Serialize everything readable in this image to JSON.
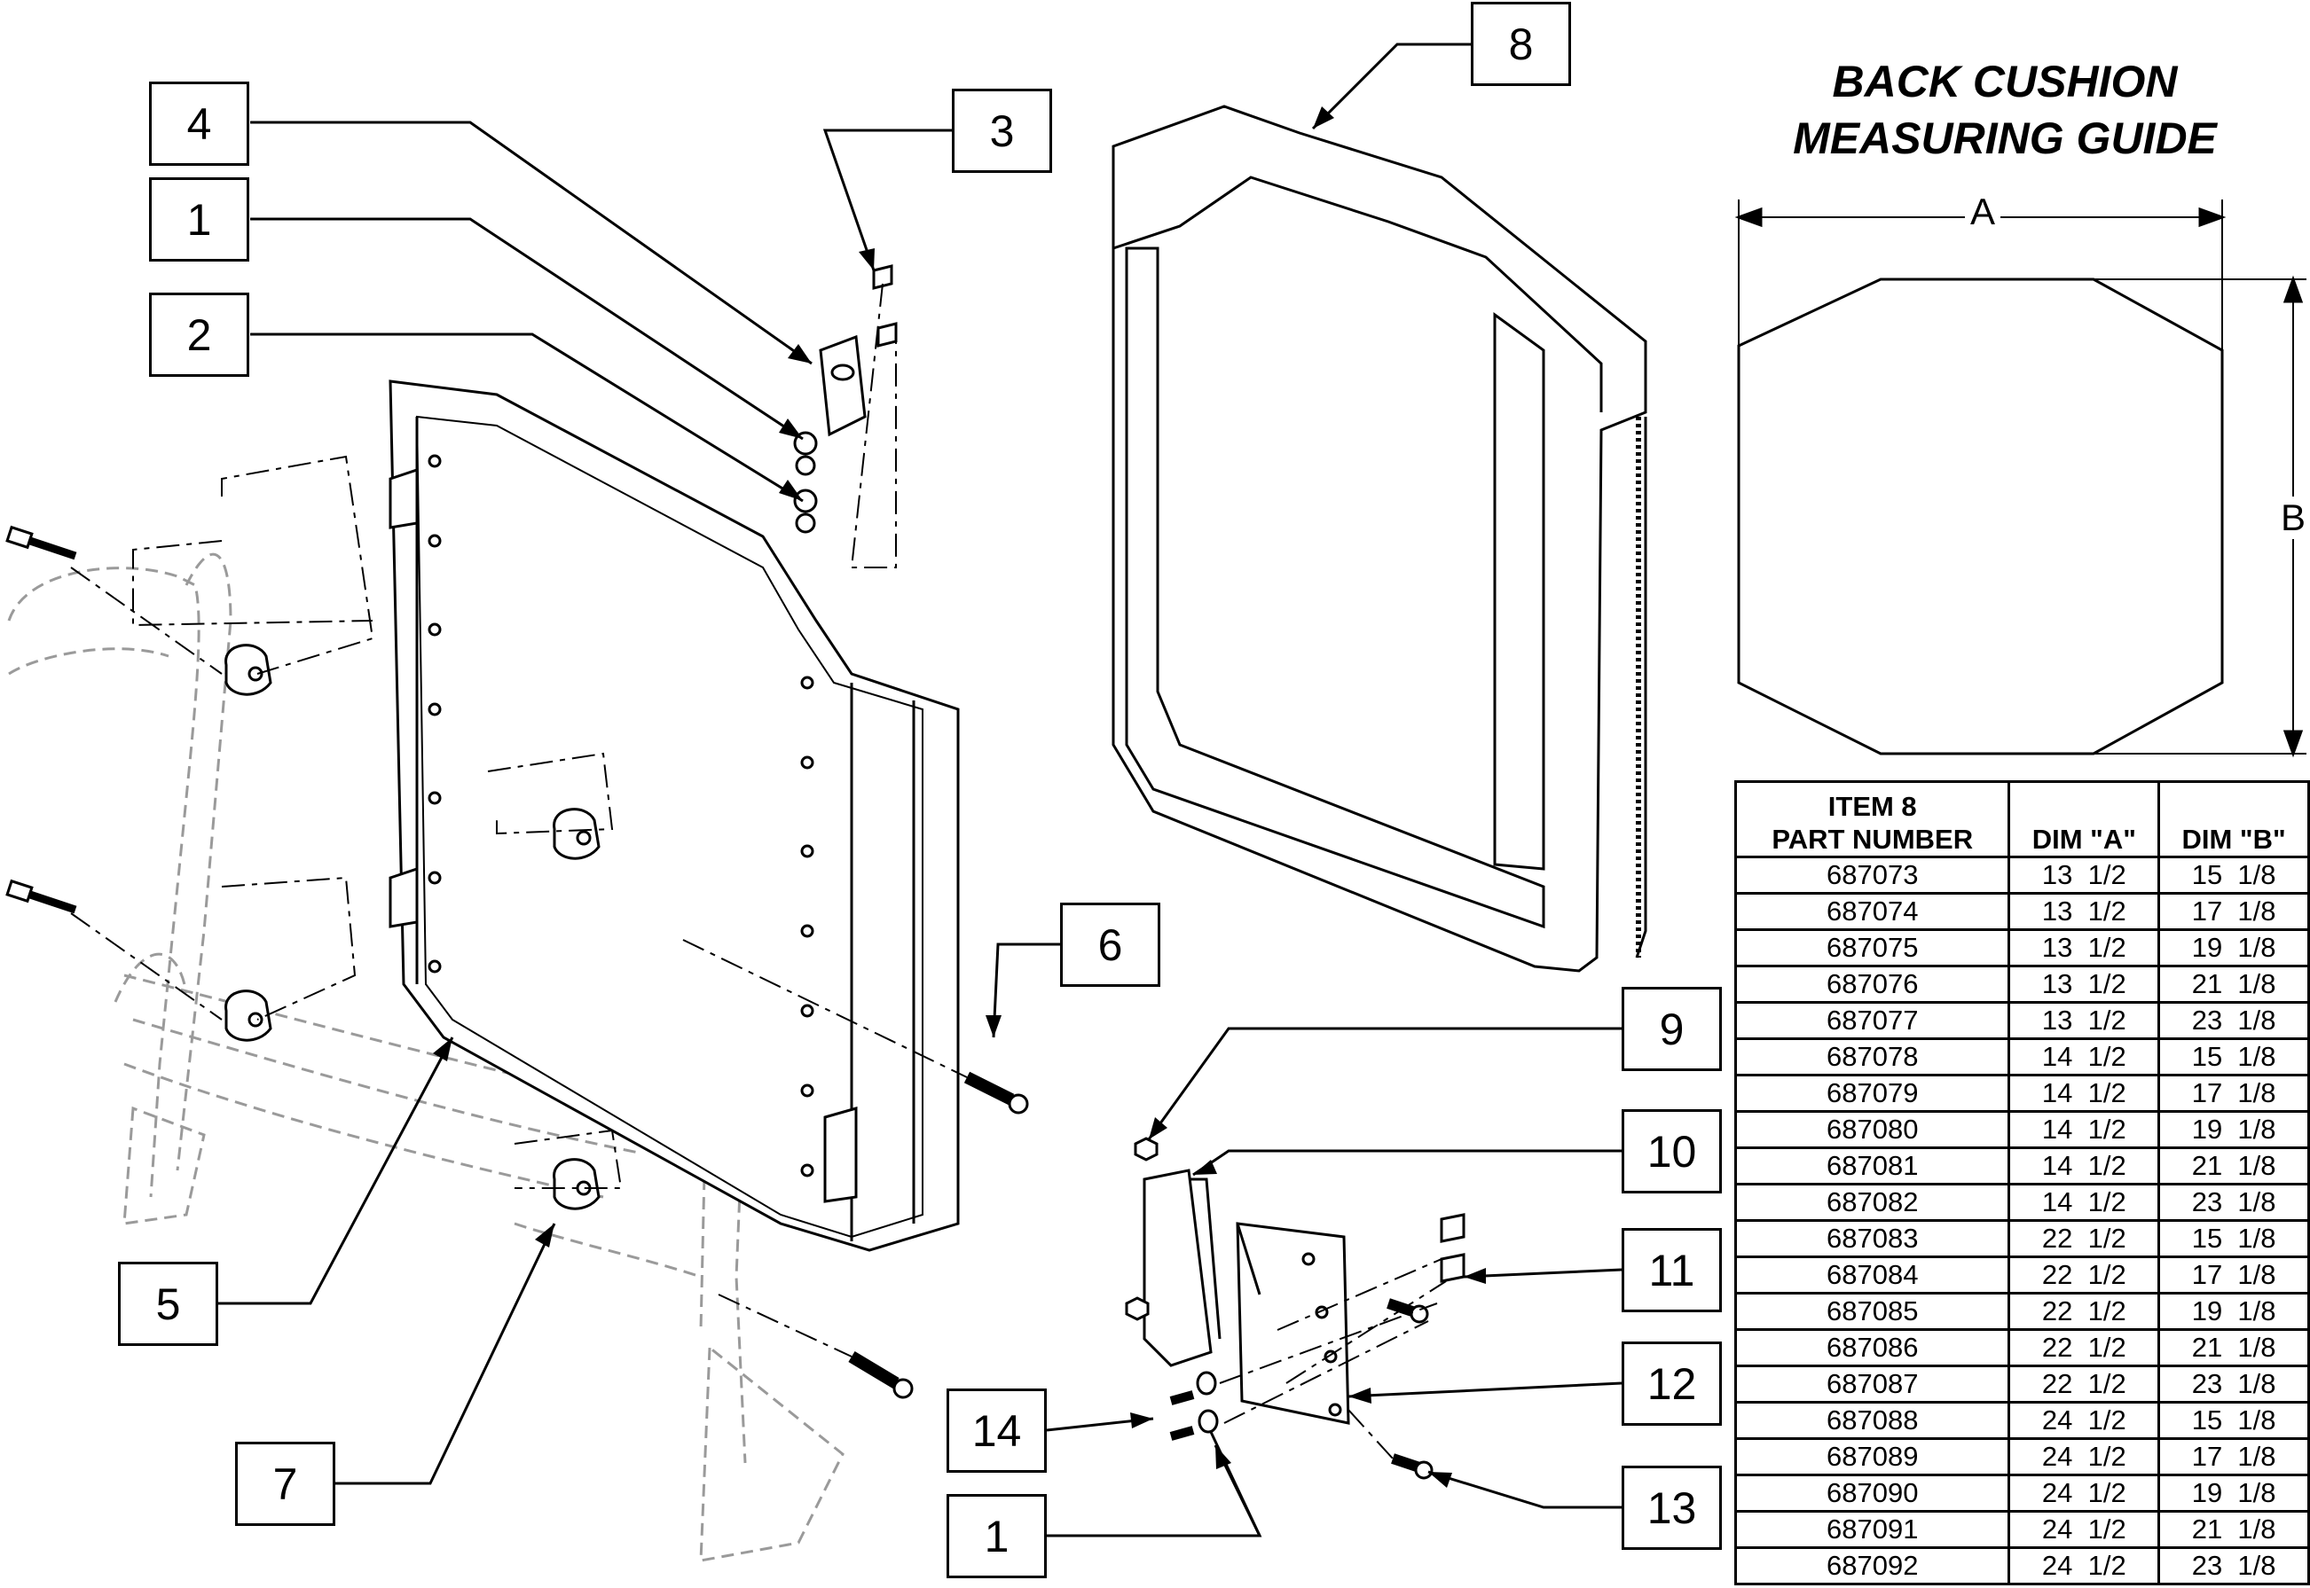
{
  "callouts": {
    "c4": "4",
    "c1a": "1",
    "c2": "2",
    "c3": "3",
    "c8": "8",
    "c6": "6",
    "c5": "5",
    "c7": "7",
    "c9": "9",
    "c10": "10",
    "c11": "11",
    "c12": "12",
    "c13": "13",
    "c14": "14",
    "c1b": "1"
  },
  "guide": {
    "title_line1": "BACK CUSHION",
    "title_line2": "MEASURING GUIDE",
    "dim_a": "A",
    "dim_b": "B"
  },
  "table": {
    "header_col1_line1": "ITEM 8",
    "header_col1_line2": "PART NUMBER",
    "header_col2": "DIM \"A\"",
    "header_col3": "DIM \"B\"",
    "rows": [
      {
        "part": "687073",
        "a": "13  1/2",
        "b": "15  1/8"
      },
      {
        "part": "687074",
        "a": "13  1/2",
        "b": "17  1/8"
      },
      {
        "part": "687075",
        "a": "13  1/2",
        "b": "19  1/8"
      },
      {
        "part": "687076",
        "a": "13  1/2",
        "b": "21  1/8"
      },
      {
        "part": "687077",
        "a": "13  1/2",
        "b": "23  1/8"
      },
      {
        "part": "687078",
        "a": "14  1/2",
        "b": "15  1/8"
      },
      {
        "part": "687079",
        "a": "14  1/2",
        "b": "17  1/8"
      },
      {
        "part": "687080",
        "a": "14  1/2",
        "b": "19  1/8"
      },
      {
        "part": "687081",
        "a": "14  1/2",
        "b": "21  1/8"
      },
      {
        "part": "687082",
        "a": "14  1/2",
        "b": "23  1/8"
      },
      {
        "part": "687083",
        "a": "22  1/2",
        "b": "15  1/8"
      },
      {
        "part": "687084",
        "a": "22  1/2",
        "b": "17  1/8"
      },
      {
        "part": "687085",
        "a": "22  1/2",
        "b": "19  1/8"
      },
      {
        "part": "687086",
        "a": "22  1/2",
        "b": "21  1/8"
      },
      {
        "part": "687087",
        "a": "22  1/2",
        "b": "23  1/8"
      },
      {
        "part": "687088",
        "a": "24  1/2",
        "b": "15  1/8"
      },
      {
        "part": "687089",
        "a": "24  1/2",
        "b": "17  1/8"
      },
      {
        "part": "687090",
        "a": "24  1/2",
        "b": "19  1/8"
      },
      {
        "part": "687091",
        "a": "24  1/2",
        "b": "21  1/8"
      },
      {
        "part": "687092",
        "a": "24  1/2",
        "b": "23  1/8"
      }
    ]
  }
}
